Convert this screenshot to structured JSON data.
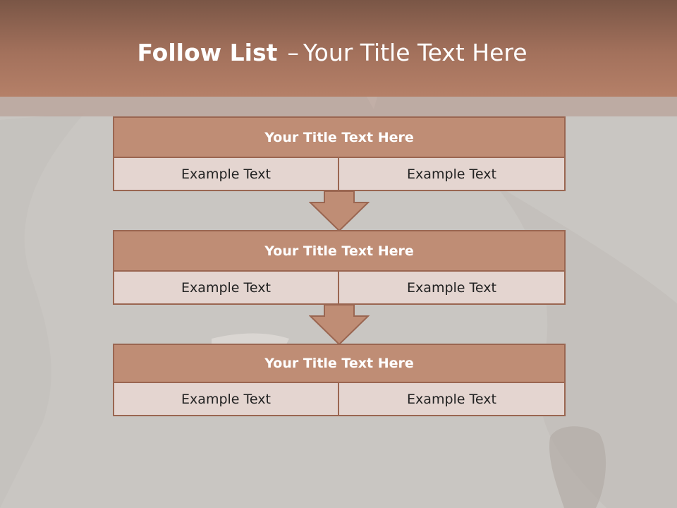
{
  "slide": {
    "title_bold": "Follow List",
    "title_separator": "–",
    "title_rest": "Your Title Text Here"
  },
  "blocks": [
    {
      "title": "Your Title Text Here",
      "left": "Example Text",
      "right": "Example Text"
    },
    {
      "title": "Your Title Text Here",
      "left": "Example Text",
      "right": "Example Text"
    },
    {
      "title": "Your Title Text Here",
      "left": "Example Text",
      "right": "Example Text"
    }
  ],
  "colors": {
    "header": "#a3715c",
    "title_fill": "#bf8d75",
    "cell_fill": "#e4d5d0",
    "border": "#9a6651",
    "background": "#c9c6c2"
  }
}
